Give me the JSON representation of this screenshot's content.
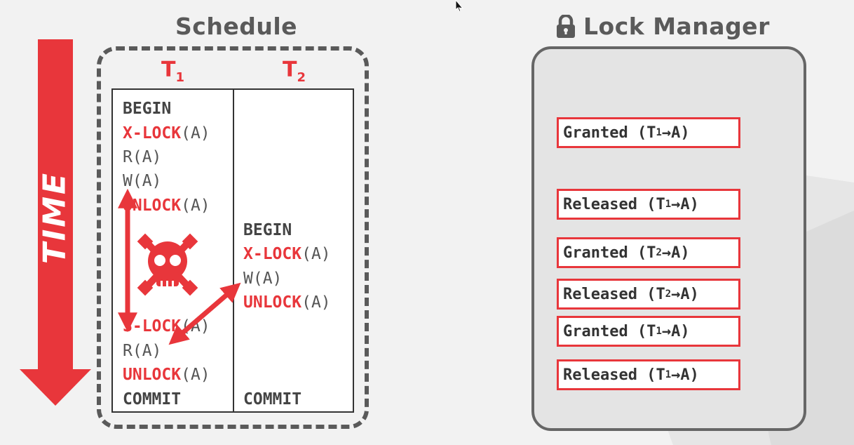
{
  "schedule": {
    "title": "Schedule",
    "time_label": "TIME",
    "t1": {
      "label": "T",
      "sub": "1"
    },
    "t2": {
      "label": "T",
      "sub": "2"
    },
    "t1_ops": [
      {
        "kw": "",
        "rest": "BEGIN"
      },
      {
        "kw": "X-LOCK",
        "rest": "(A)"
      },
      {
        "kw": "",
        "rest": "R(A)"
      },
      {
        "kw": "",
        "rest": "W(A)"
      },
      {
        "kw": "UNLOCK",
        "rest": "(A)"
      },
      {
        "kw": "S-LOCK",
        "rest": "(A)"
      },
      {
        "kw": "",
        "rest": "R(A)"
      },
      {
        "kw": "UNLOCK",
        "rest": "(A)"
      },
      {
        "kw": "",
        "rest": "COMMIT"
      }
    ],
    "t2_ops": [
      {
        "kw": "",
        "rest": "BEGIN"
      },
      {
        "kw": "X-LOCK",
        "rest": "(A)"
      },
      {
        "kw": "",
        "rest": "W(A)"
      },
      {
        "kw": "UNLOCK",
        "rest": "(A)"
      },
      {
        "kw": "",
        "rest": "COMMIT"
      }
    ],
    "icons": {
      "skull": "skull-crossbones-icon",
      "cursor": "cursor-icon",
      "lock": "lock-icon"
    }
  },
  "lock_manager": {
    "title": "Lock Manager",
    "entries": [
      {
        "prefix": "Granted (T",
        "sub": "1",
        "suffix": "→A)"
      },
      {
        "prefix": "Released (T",
        "sub": "1",
        "suffix": "→A)"
      },
      {
        "prefix": "Granted (T",
        "sub": "2",
        "suffix": "→A)"
      },
      {
        "prefix": "Released (T",
        "sub": "2",
        "suffix": "→A)"
      },
      {
        "prefix": "Granted (T",
        "sub": "1",
        "suffix": "→A)"
      },
      {
        "prefix": "Released (T",
        "sub": "1",
        "suffix": "→A)"
      }
    ]
  },
  "colors": {
    "accent": "#e8363b",
    "dark": "#5a5a5a",
    "background": "#f2f2f2"
  }
}
